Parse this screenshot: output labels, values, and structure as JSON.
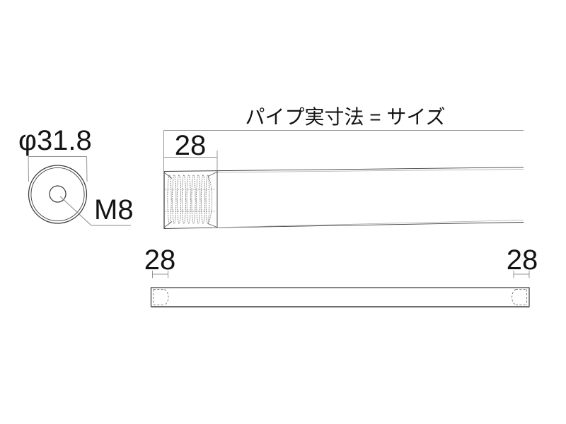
{
  "figure": {
    "title": "パイプ実寸法 = サイズ",
    "cross_section": {
      "outer_diameter": "φ31.8",
      "thread_spec": "M8"
    },
    "threaded_pipe": {
      "thread_length": "28"
    },
    "plain_pipe": {
      "left_socket_depth": "28",
      "right_socket_depth": "28"
    }
  },
  "colors": {
    "background": "#ffffff",
    "outline": "#3c3c3c",
    "dimension_line": "#949494",
    "hidden_line": "#808080",
    "text": "#141414"
  }
}
